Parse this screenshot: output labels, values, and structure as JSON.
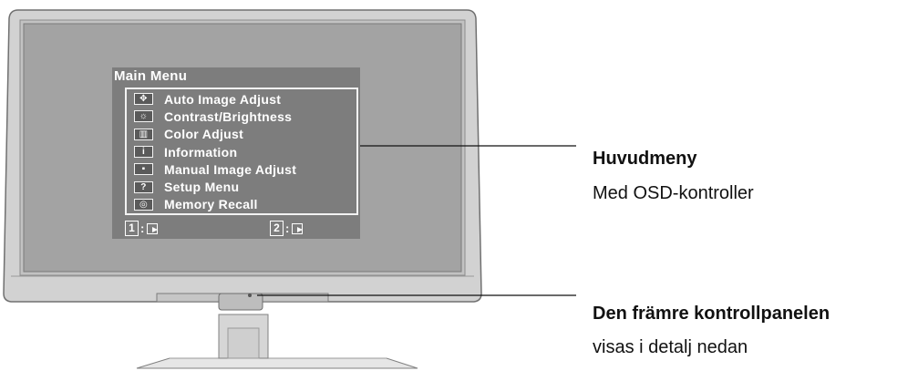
{
  "osd": {
    "title": "Main Menu",
    "items": [
      {
        "label": "Auto Image Adjust",
        "icon": "auto-adjust-icon",
        "glyph": "✥"
      },
      {
        "label": "Contrast/Brightness",
        "icon": "contrast-brightness-icon",
        "glyph": "☼"
      },
      {
        "label": "Color Adjust",
        "icon": "color-adjust-icon",
        "glyph": "▥"
      },
      {
        "label": "Information",
        "icon": "information-icon",
        "glyph": "i"
      },
      {
        "label": "Manual Image Adjust",
        "icon": "manual-adjust-icon",
        "glyph": "▪"
      },
      {
        "label": "Setup Menu",
        "icon": "setup-menu-icon",
        "glyph": "?"
      },
      {
        "label": "Memory Recall",
        "icon": "memory-recall-icon",
        "glyph": "◎"
      }
    ],
    "footer": {
      "key1": "1",
      "key2": "2",
      "separator": ":"
    }
  },
  "callouts": {
    "main_menu": {
      "title": "Huvudmeny",
      "subtitle": "Med OSD-kontroller"
    },
    "front_panel": {
      "title": "Den främre kontrollpanelen",
      "subtitle": "visas i detalj nedan"
    }
  }
}
